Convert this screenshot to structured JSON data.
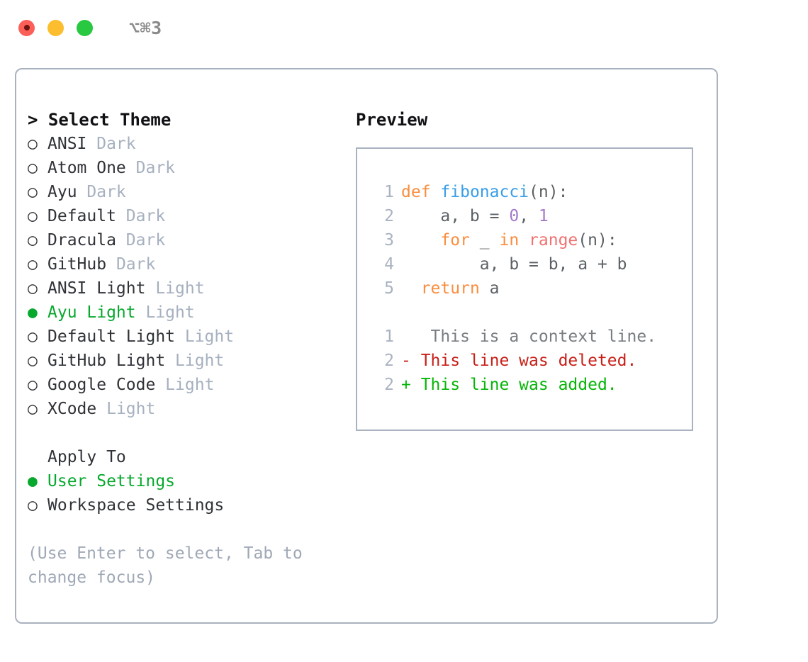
{
  "titlebar": {
    "shortcut": "⌥⌘3",
    "buttons": [
      {
        "name": "close",
        "color": "#fb5f57"
      },
      {
        "name": "minimize",
        "color": "#fcbd2e"
      },
      {
        "name": "maximize",
        "color": "#28c840"
      }
    ]
  },
  "theme_picker": {
    "header": "> Select Theme",
    "marker_selected": "●",
    "marker_unselected": "○",
    "items": [
      {
        "marker": "○",
        "name": "ANSI",
        "kind": "Dark",
        "selected": false
      },
      {
        "marker": "○",
        "name": "Atom One",
        "kind": "Dark",
        "selected": false
      },
      {
        "marker": "○",
        "name": "Ayu",
        "kind": "Dark",
        "selected": false
      },
      {
        "marker": "○",
        "name": "Default",
        "kind": "Dark",
        "selected": false
      },
      {
        "marker": "○",
        "name": "Dracula",
        "kind": "Dark",
        "selected": false
      },
      {
        "marker": "○",
        "name": "GitHub",
        "kind": "Dark",
        "selected": false
      },
      {
        "marker": "○",
        "name": "ANSI Light",
        "kind": "Light",
        "selected": false
      },
      {
        "marker": "●",
        "name": "Ayu Light",
        "kind": "Light",
        "selected": true
      },
      {
        "marker": "○",
        "name": "Default Light",
        "kind": "Light",
        "selected": false
      },
      {
        "marker": "○",
        "name": "GitHub Light",
        "kind": "Light",
        "selected": false
      },
      {
        "marker": "○",
        "name": "Google Code",
        "kind": "Light",
        "selected": false
      },
      {
        "marker": "○",
        "name": "XCode",
        "kind": "Light",
        "selected": false
      }
    ]
  },
  "apply_to": {
    "header": "Apply To",
    "items": [
      {
        "marker": "●",
        "name": "User Settings",
        "selected": true
      },
      {
        "marker": "○",
        "name": "Workspace Settings",
        "selected": false
      }
    ]
  },
  "hint": "(Use Enter to select, Tab to change focus)",
  "preview": {
    "title": "Preview",
    "code_lines": [
      {
        "ln": "1",
        "tokens": [
          {
            "t": "def",
            "c": "kw"
          },
          {
            "t": " ",
            "c": "plain"
          },
          {
            "t": "fibonacci",
            "c": "fn"
          },
          {
            "t": "(n):",
            "c": "plain"
          }
        ]
      },
      {
        "ln": "2",
        "tokens": [
          {
            "t": "    a, b = ",
            "c": "plain"
          },
          {
            "t": "0",
            "c": "num"
          },
          {
            "t": ", ",
            "c": "plain"
          },
          {
            "t": "1",
            "c": "num"
          }
        ]
      },
      {
        "ln": "3",
        "tokens": [
          {
            "t": "    ",
            "c": "plain"
          },
          {
            "t": "for",
            "c": "kw"
          },
          {
            "t": " _ ",
            "c": "plain"
          },
          {
            "t": "in",
            "c": "kw"
          },
          {
            "t": " ",
            "c": "plain"
          },
          {
            "t": "range",
            "c": "call"
          },
          {
            "t": "(n):",
            "c": "plain"
          }
        ]
      },
      {
        "ln": "4",
        "tokens": [
          {
            "t": "        a, b = b, a + b",
            "c": "plain"
          }
        ]
      },
      {
        "ln": "5",
        "tokens": [
          {
            "t": "  ",
            "c": "plain"
          },
          {
            "t": "return",
            "c": "kw"
          },
          {
            "t": " a",
            "c": "plain"
          }
        ]
      }
    ],
    "diff_lines": [
      {
        "ln": "1",
        "sign": " ",
        "text": "  This is a context line.",
        "kind": "ctx"
      },
      {
        "ln": "2",
        "sign": "-",
        "text": " This line was deleted.",
        "kind": "del"
      },
      {
        "ln": "2",
        "sign": "+",
        "text": " This line was added.",
        "kind": "add"
      }
    ]
  },
  "colors": {
    "accent_green": "#08a82e",
    "keyword_orange": "#fa8d3e",
    "function_blue": "#399ee6",
    "number_purple": "#a37acc",
    "call_red": "#f07171",
    "diff_deleted": "#c71f18",
    "diff_added": "#07b508",
    "muted": "#a6b0bf",
    "border": "#a9b2c0"
  }
}
